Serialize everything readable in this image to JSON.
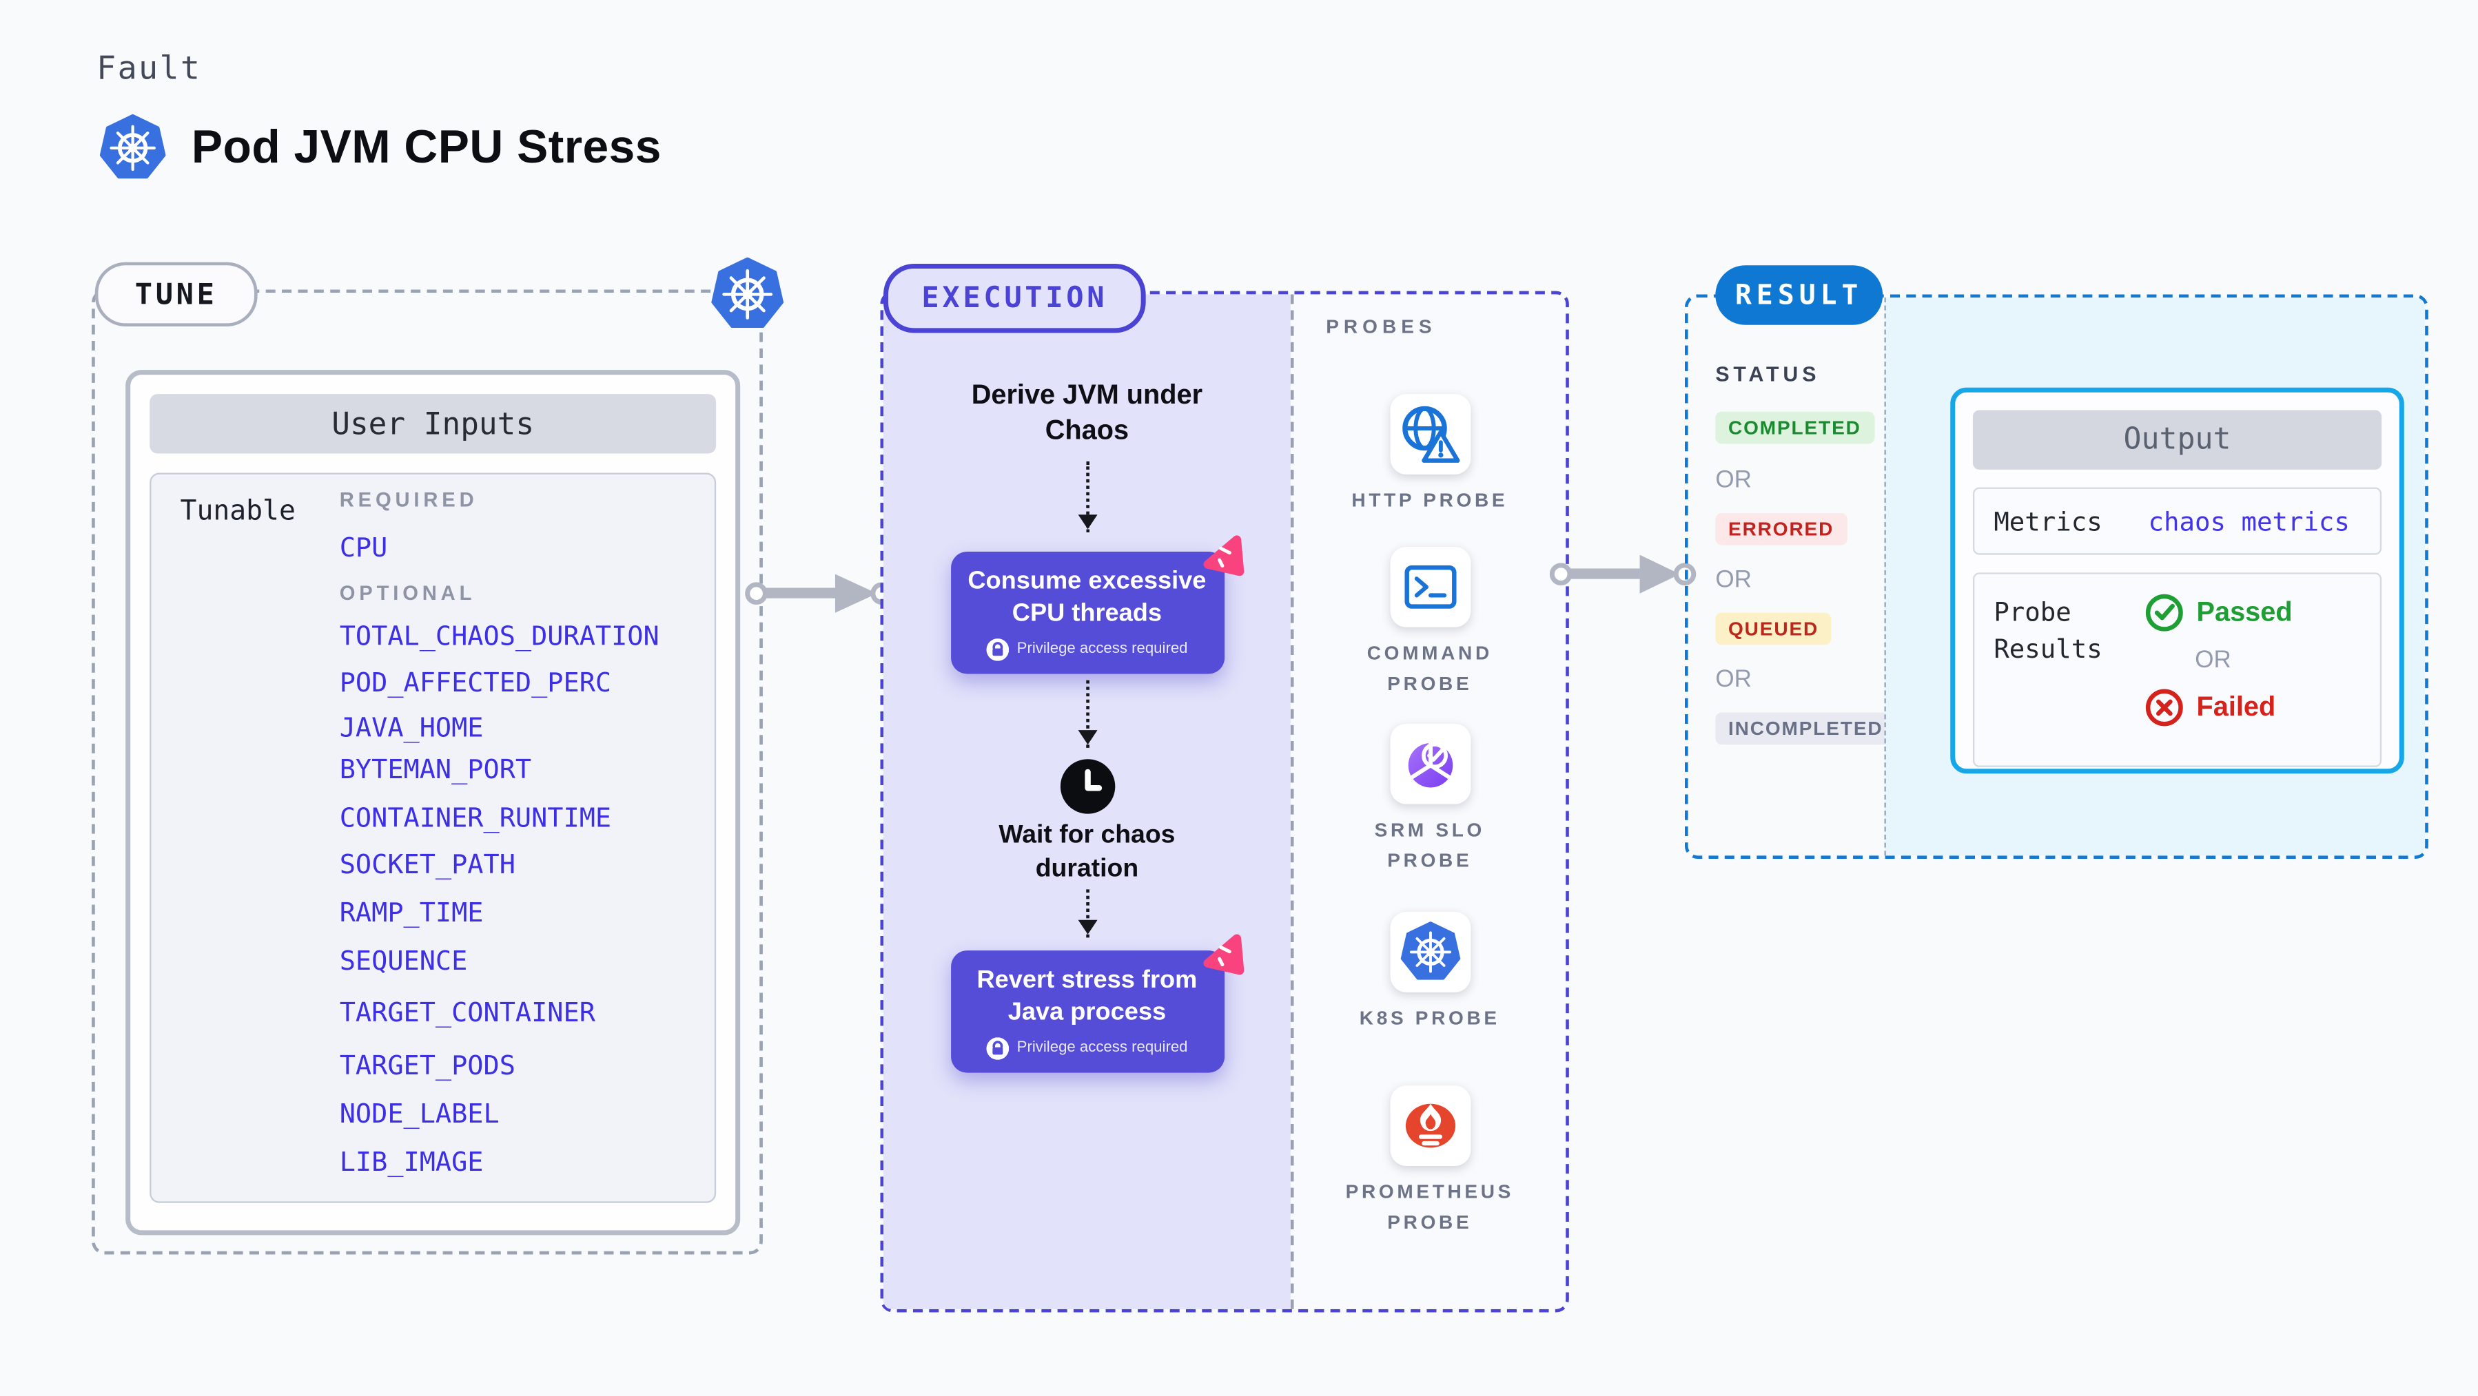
{
  "page": {
    "kicker": "Fault",
    "title": "Pod JVM CPU Stress"
  },
  "tune": {
    "badge": "TUNE",
    "panel_title": "User Inputs",
    "group_label": "Tunable",
    "required_heading": "REQUIRED",
    "required_items": [
      "CPU"
    ],
    "optional_heading": "OPTIONAL",
    "optional_items": [
      "TOTAL_CHAOS_DURATION",
      "POD_AFFECTED_PERC",
      "JAVA_HOME",
      "BYTEMAN_PORT",
      "CONTAINER_RUNTIME",
      "SOCKET_PATH",
      "RAMP_TIME",
      "SEQUENCE",
      "TARGET_CONTAINER",
      "TARGET_PODS",
      "NODE_LABEL",
      "LIB_IMAGE"
    ]
  },
  "execution": {
    "badge": "EXECUTION",
    "step_derive": "Derive JVM under Chaos",
    "step_consume": "Consume excessive CPU threads",
    "privilege_note": "Privilege access required",
    "step_wait": "Wait for chaos duration",
    "step_revert": "Revert stress from Java process"
  },
  "probes": {
    "heading": "PROBES",
    "items": [
      {
        "label": "HTTP PROBE",
        "icon": "globe-alert-icon"
      },
      {
        "label": "COMMAND PROBE",
        "icon": "terminal-icon"
      },
      {
        "label": "SRM SLO PROBE",
        "icon": "slo-gauge-icon"
      },
      {
        "label": "K8S PROBE",
        "icon": "kubernetes-icon"
      },
      {
        "label": "PROMETHEUS PROBE",
        "icon": "prometheus-icon"
      }
    ]
  },
  "result": {
    "badge": "RESULT",
    "status_heading": "STATUS",
    "or_label": "OR",
    "statuses": [
      {
        "label": "COMPLETED",
        "color": "#1b8a31",
        "bg": "#ddf3dd"
      },
      {
        "label": "ERRORED",
        "color": "#c3231e",
        "bg": "#fce8e8"
      },
      {
        "label": "QUEUED",
        "color": "#bb271c",
        "bg": "#fcf0c6"
      },
      {
        "label": "INCOMPLETED",
        "color": "#6a7186",
        "bg": "#e9eaf1"
      }
    ],
    "output": {
      "title": "Output",
      "metrics_label": "Metrics",
      "metrics_value": "chaos metrics",
      "probe_results_label": "Probe Results",
      "passed_label": "Passed",
      "or_label": "OR",
      "failed_label": "Failed"
    }
  },
  "colors": {
    "page_bg": "#f9fafc",
    "execution_accent": "#4a43d4",
    "execution_fill": "#e2e2fa",
    "action_card": "#554cd7",
    "pink_badge": "#f9437e",
    "result_accent": "#1279d2",
    "result_fill": "#e7f5fd",
    "output_border": "#17a7e8",
    "env_item_blue": "#3d2fe2",
    "kubernetes_blue": "#3870e0",
    "prometheus_orange": "#e5452c",
    "passed_green": "#1f9e34",
    "failed_red": "#d4231c",
    "arrow_gray": "#b2b6c3"
  }
}
